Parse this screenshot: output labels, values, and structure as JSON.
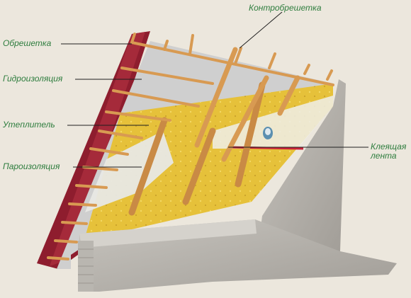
{
  "labels": {
    "obreshetka": "Обрешетка",
    "gidroizolyatsiya": "Гидроизоляция",
    "uteplitel": "Утеплитель",
    "paroizolyatsiya": "Пароизоляция",
    "kontrobreshetka": "Контробрешетка",
    "kleyashchaya_lenta_line1": "Клеящая",
    "kleyashchaya_lenta_line2": "лента"
  },
  "colors": {
    "background": "#ece7dd",
    "label_text": "#2e7d3e",
    "leader_line": "#1f1f1f",
    "roof_tile": "#8e1d2e",
    "wood": "#d89a52",
    "insulation": "#e6c13a",
    "membrane": "#cfcfcf",
    "vapor_barrier": "#e8e8e4",
    "tape": "#c8243a",
    "concrete": "#b7b4ae"
  }
}
